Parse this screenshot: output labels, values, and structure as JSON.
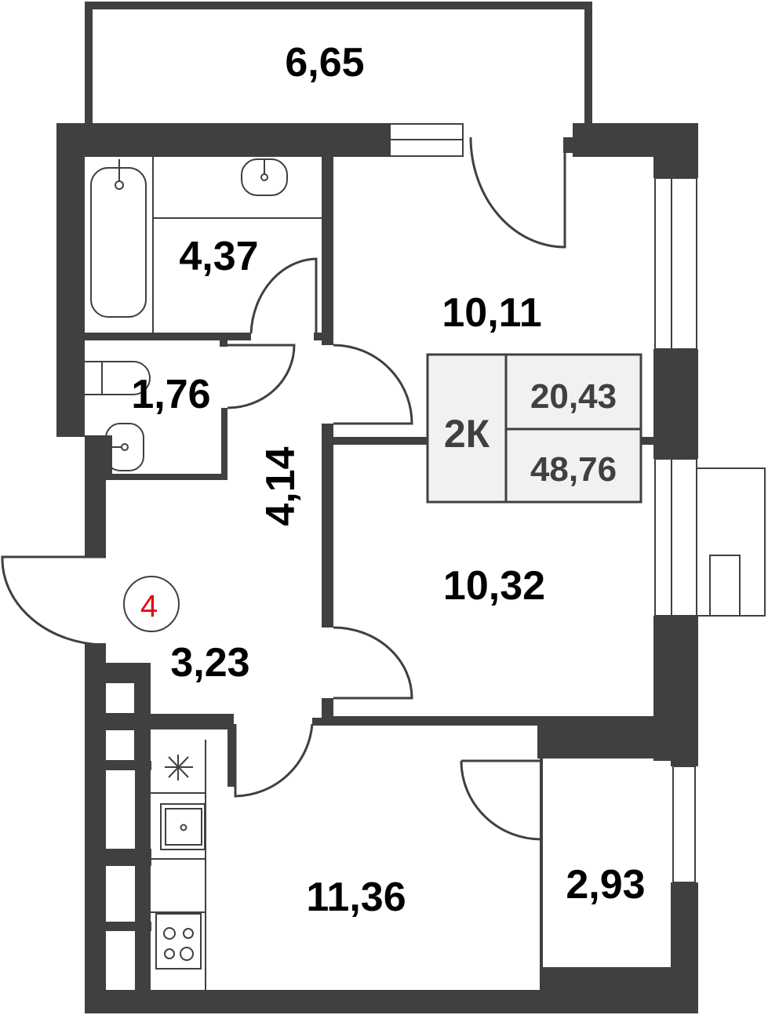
{
  "plan": {
    "rooms": {
      "balcony": "6,65",
      "bathroom": "4,37",
      "toilet": "1,76",
      "corridor": "4,14",
      "hall": "3,23",
      "room1": "10,11",
      "room2": "10,32",
      "kitchen": "11,36",
      "storage": "2,93"
    },
    "summary": {
      "type": "2К",
      "living_area": "20,43",
      "total_area": "48,76"
    },
    "apartment_number": "4",
    "colors": {
      "wall": "#404040",
      "badge": "#e30613",
      "summary_bg": "#f2f1ef"
    }
  }
}
